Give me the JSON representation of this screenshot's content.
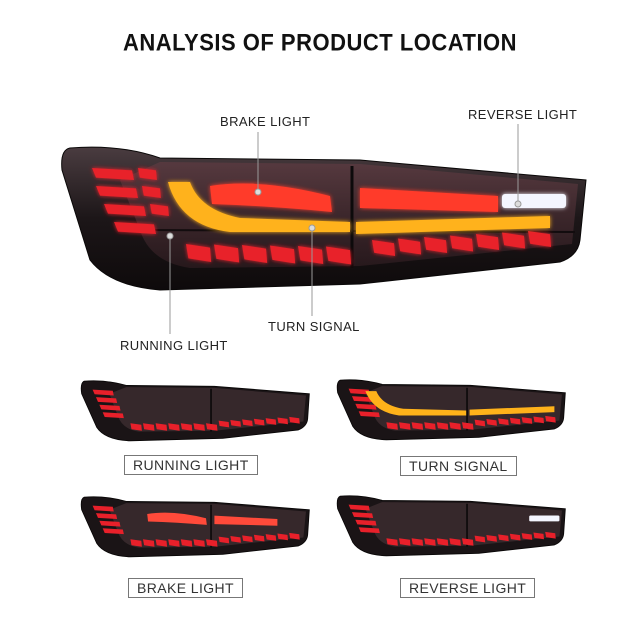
{
  "title": "ANALYSIS OF PRODUCT LOCATION",
  "callouts": {
    "brake": "BRAKE LIGHT",
    "reverse": "REVERSE LIGHT",
    "turn": "TURN SIGNAL",
    "running": "RUNNING LIGHT"
  },
  "variants": [
    {
      "label": "RUNNING LIGHT",
      "mode": "running"
    },
    {
      "label": "TURN SIGNAL",
      "mode": "turn"
    },
    {
      "label": "BRAKE LIGHT",
      "mode": "brake"
    },
    {
      "label": "REVERSE LIGHT",
      "mode": "reverse"
    }
  ],
  "colors": {
    "housing": "#1a1416",
    "smoke": "#3a2a2e",
    "red": "#e8202a",
    "red_glow": "#ff4a3a",
    "amber": "#ffb21a",
    "white": "#f4f6ff",
    "leader": "#9a9a9a"
  }
}
